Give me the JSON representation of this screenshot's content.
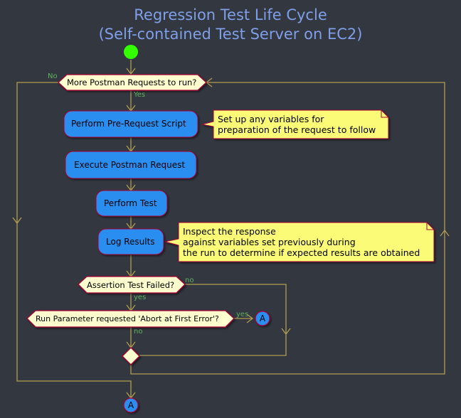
{
  "title": {
    "line1": "Regression Test Life Cycle",
    "line2": "(Self-contained Test Server on EC2)"
  },
  "decisions": {
    "more_requests": "More Postman Requests to run?",
    "assertion_failed": "Assertion Test Failed?",
    "abort_first_error": "Run Parameter requested 'Abort at First Error'?"
  },
  "activities": {
    "pre_request": "Perform Pre-Request Script",
    "execute_request": "Execute Postman Request",
    "perform_test": "Perform Test",
    "log_results": "Log Results"
  },
  "notes": {
    "pre_request_note": [
      "Set up any variables for",
      "preparation of the request to follow"
    ],
    "log_results_note": [
      "Inspect the response",
      "against variables set previously during",
      "the run to determine if expected results are obtained"
    ]
  },
  "edge_labels": {
    "no_more": "No",
    "yes_more": "Yes",
    "no_assert": "no",
    "yes_assert": "yes",
    "yes_abort": "yes",
    "no_abort": "no"
  },
  "connectors": {
    "abort_connector": "A",
    "end_connector": "A"
  },
  "colors": {
    "background": "#333740",
    "title": "#7f9fe8",
    "activity_fill": "#2b8ef0",
    "decision_fill": "#fefece",
    "note_fill": "#fbfb77",
    "arrow": "#b29d52",
    "border": "#a80036",
    "start": "#33ff02",
    "edge_label": "#5fb35f"
  }
}
